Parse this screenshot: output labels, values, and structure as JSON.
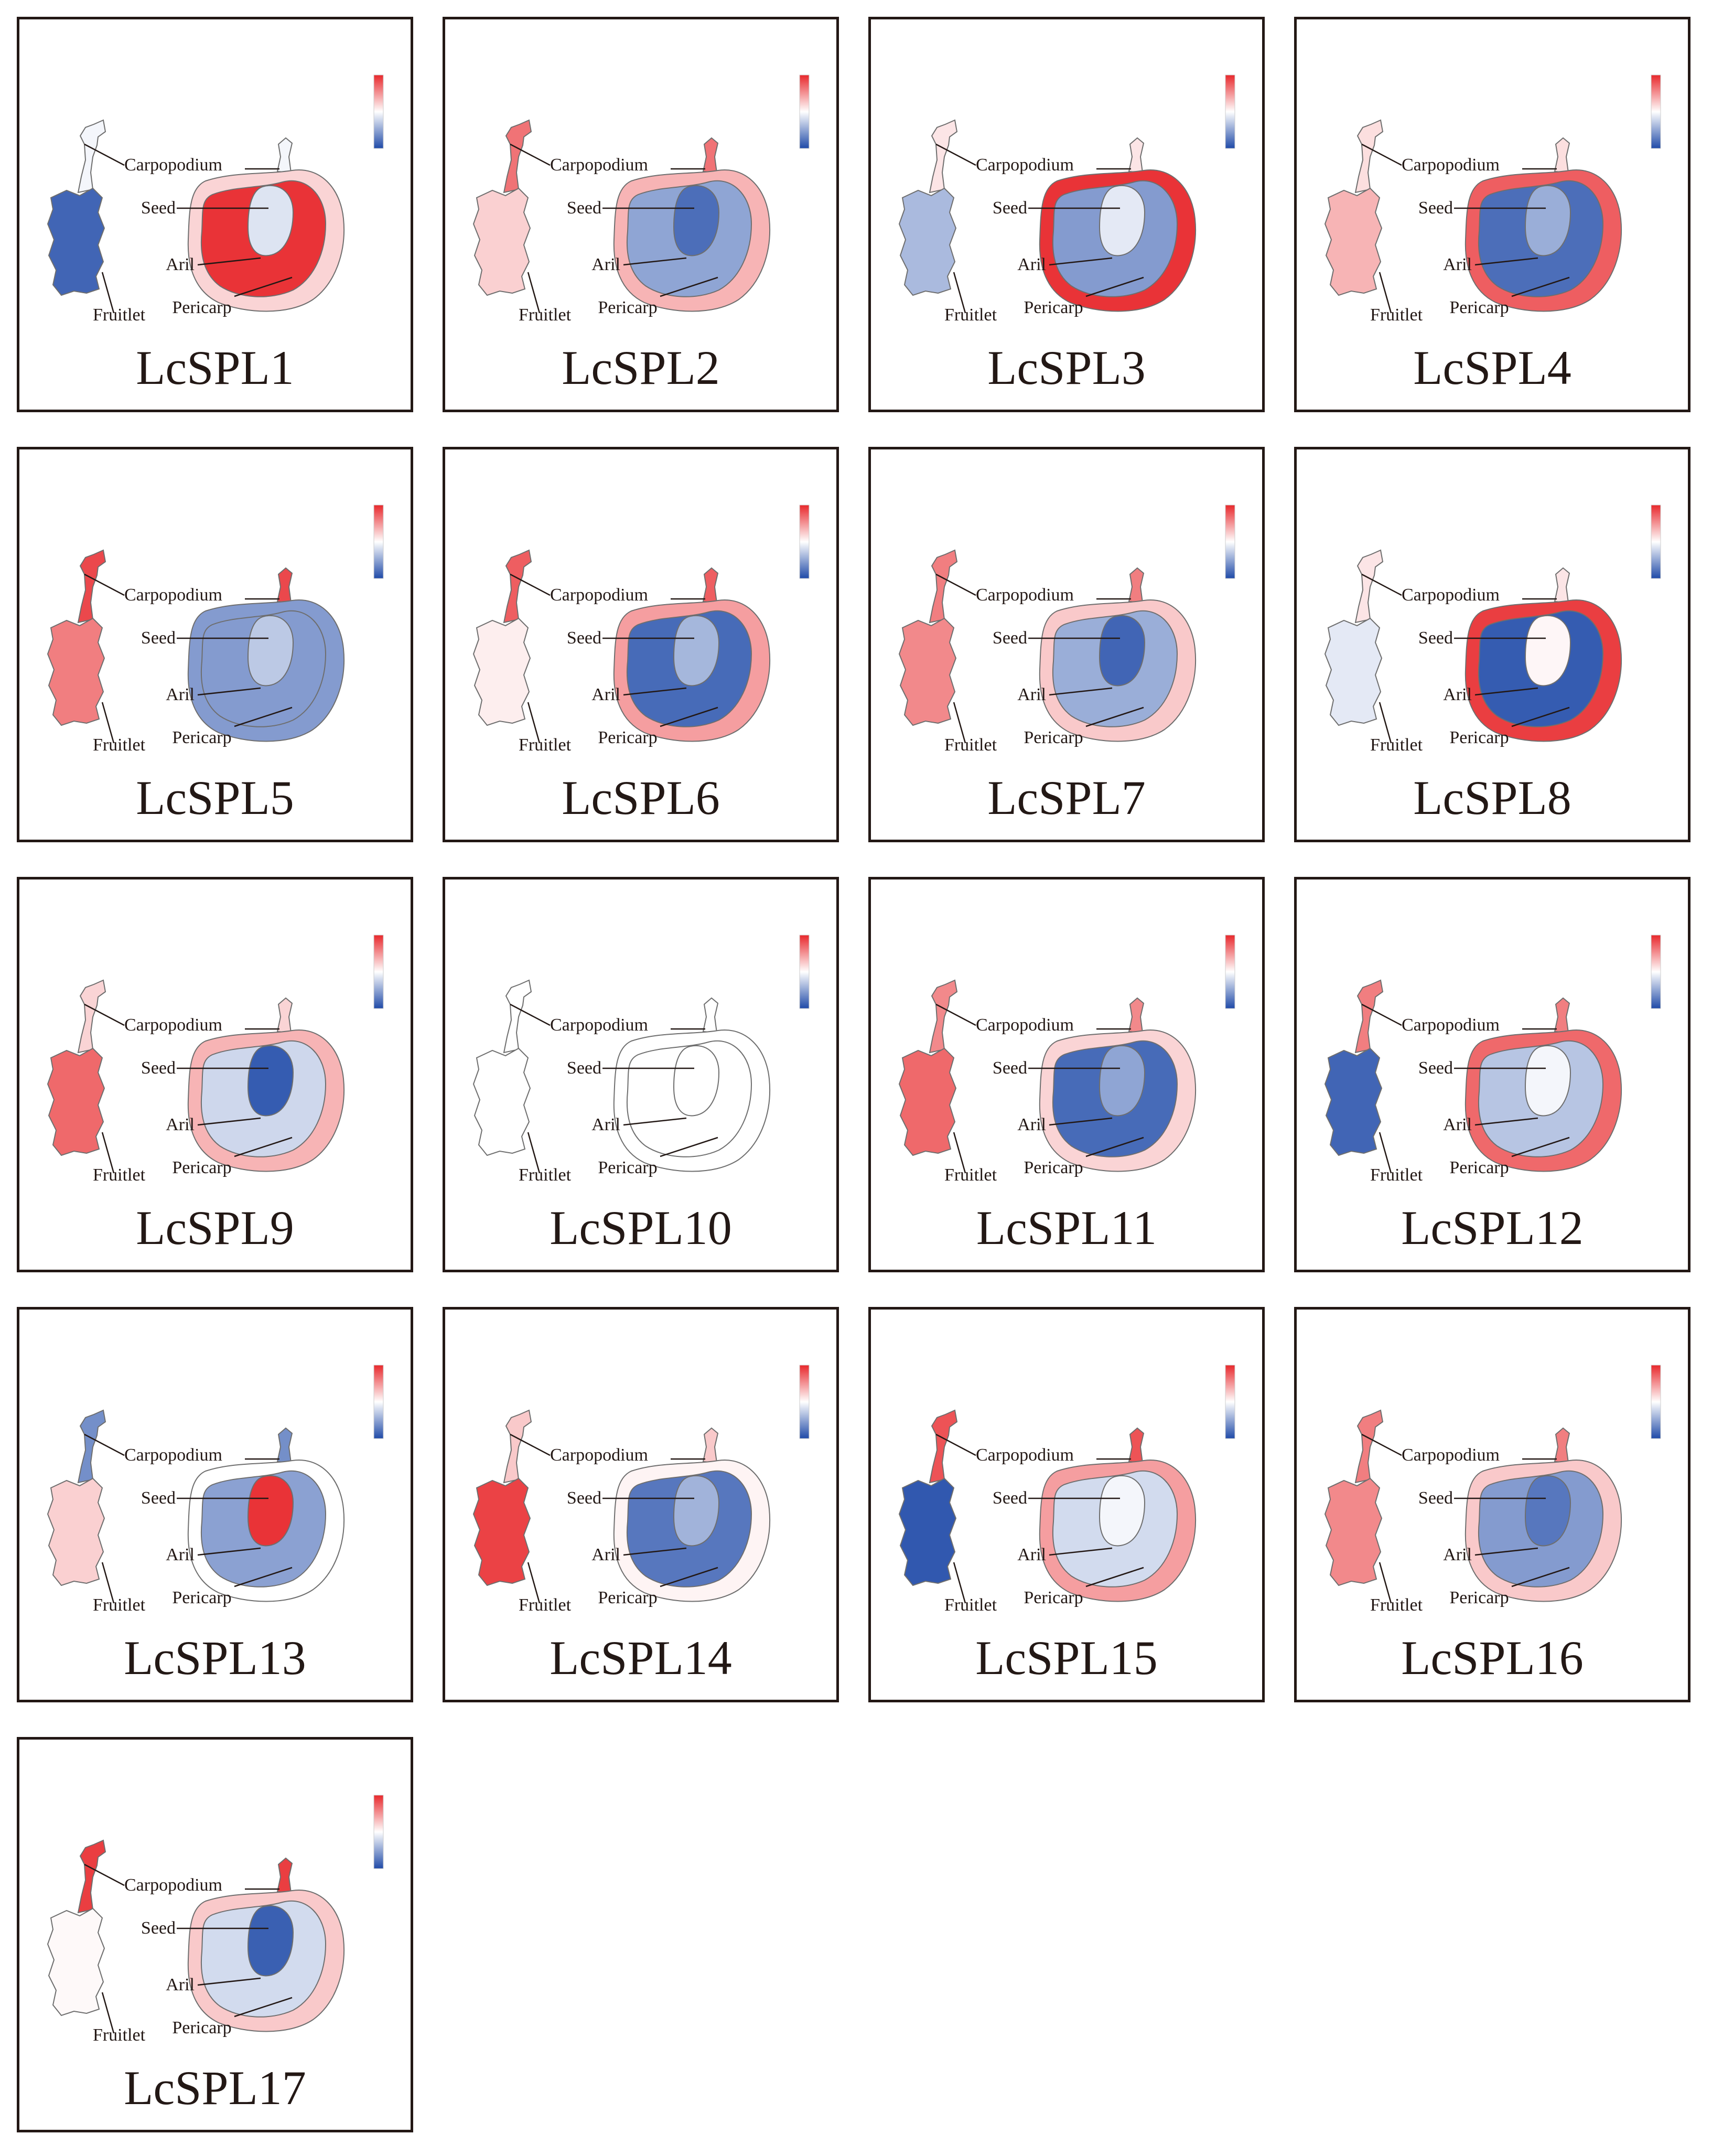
{
  "labels": {
    "carpopodium": "Carpopodium",
    "seed": "Seed",
    "aril": "Aril",
    "pericarp": "Pericarp",
    "fruitlet": "Fruitlet"
  },
  "palette": {
    "high": "#e8282c",
    "mid": "#ffffff",
    "low": "#1f4aa8",
    "outline": "#6e6e6e",
    "border": "#231815"
  },
  "panels": [
    {
      "gene": "LcSPL1",
      "carpopodium": -0.05,
      "fruitlet": -0.85,
      "pericarp": 0.2,
      "aril": 0.95,
      "seed": -0.15
    },
    {
      "gene": "LcSPL2",
      "carpopodium": 0.65,
      "fruitlet": 0.22,
      "pericarp": 0.35,
      "aril": -0.5,
      "seed": -0.8
    },
    {
      "gene": "LcSPL3",
      "carpopodium": 0.12,
      "fruitlet": -0.38,
      "pericarp": 0.95,
      "aril": -0.55,
      "seed": -0.12
    },
    {
      "gene": "LcSPL4",
      "carpopodium": 0.15,
      "fruitlet": 0.35,
      "pericarp": 0.75,
      "aril": -0.8,
      "seed": -0.45
    },
    {
      "gene": "LcSPL5",
      "carpopodium": 0.85,
      "fruitlet": 0.6,
      "pericarp": -0.55,
      "aril": -0.55,
      "seed": -0.3
    },
    {
      "gene": "LcSPL6",
      "carpopodium": 0.75,
      "fruitlet": 0.08,
      "pericarp": 0.45,
      "aril": -0.82,
      "seed": -0.4
    },
    {
      "gene": "LcSPL7",
      "carpopodium": 0.6,
      "fruitlet": 0.55,
      "pericarp": 0.25,
      "aril": -0.45,
      "seed": -0.85
    },
    {
      "gene": "LcSPL8",
      "carpopodium": 0.12,
      "fruitlet": -0.12,
      "pericarp": 0.9,
      "aril": -0.9,
      "seed": 0.04
    },
    {
      "gene": "LcSPL9",
      "carpopodium": 0.2,
      "fruitlet": 0.7,
      "pericarp": 0.35,
      "aril": -0.22,
      "seed": -0.9
    },
    {
      "gene": "LcSPL10",
      "carpopodium": 0.0,
      "fruitlet": 0.0,
      "pericarp": 0.0,
      "aril": 0.0,
      "seed": 0.0
    },
    {
      "gene": "LcSPL11",
      "carpopodium": 0.55,
      "fruitlet": 0.7,
      "pericarp": 0.2,
      "aril": -0.82,
      "seed": -0.5
    },
    {
      "gene": "LcSPL12",
      "carpopodium": 0.6,
      "fruitlet": -0.85,
      "pericarp": 0.7,
      "aril": -0.32,
      "seed": -0.05
    },
    {
      "gene": "LcSPL13",
      "carpopodium": -0.62,
      "fruitlet": 0.22,
      "pericarp": 0.0,
      "aril": -0.52,
      "seed": 0.95
    },
    {
      "gene": "LcSPL14",
      "carpopodium": 0.25,
      "fruitlet": 0.88,
      "pericarp": 0.05,
      "aril": -0.75,
      "seed": -0.42
    },
    {
      "gene": "LcSPL15",
      "carpopodium": 0.8,
      "fruitlet": -0.92,
      "pericarp": 0.45,
      "aril": -0.2,
      "seed": -0.05
    },
    {
      "gene": "LcSPL16",
      "carpopodium": 0.6,
      "fruitlet": 0.55,
      "pericarp": 0.25,
      "aril": -0.55,
      "seed": -0.75
    },
    {
      "gene": "LcSPL17",
      "carpopodium": 0.9,
      "fruitlet": 0.03,
      "pericarp": 0.25,
      "aril": -0.2,
      "seed": -0.88
    }
  ]
}
